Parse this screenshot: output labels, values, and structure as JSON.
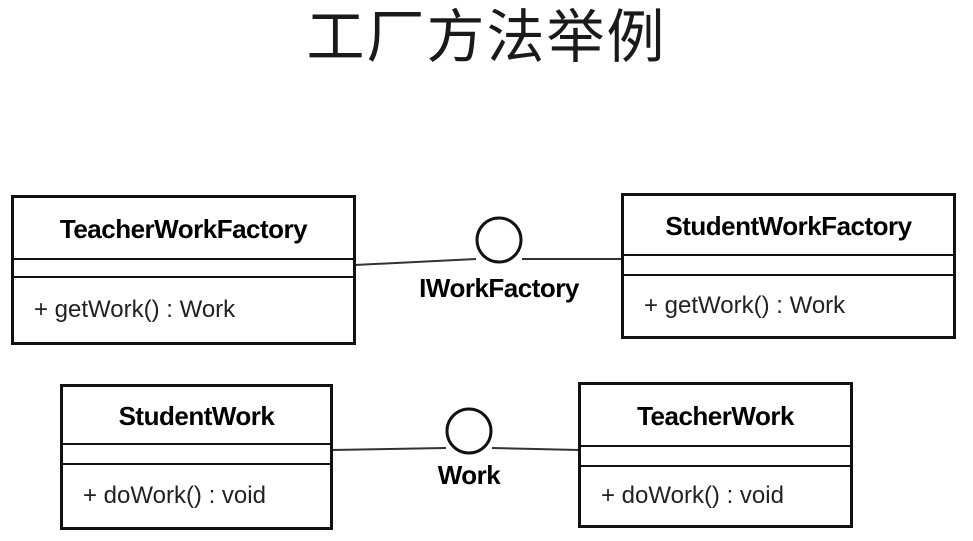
{
  "title": "工厂方法举例",
  "classes": {
    "teacher_work_factory": {
      "name": "TeacherWorkFactory",
      "operation": "+ getWork() : Work"
    },
    "student_work_factory": {
      "name": "StudentWorkFactory",
      "operation": "+ getWork() : Work"
    },
    "student_work": {
      "name": "StudentWork",
      "operation": "+ doWork() : void"
    },
    "teacher_work": {
      "name": "TeacherWork",
      "operation": "+ doWork() : void"
    }
  },
  "interfaces": {
    "work_factory": {
      "name": "IWorkFactory"
    },
    "work": {
      "name": "Work"
    }
  }
}
